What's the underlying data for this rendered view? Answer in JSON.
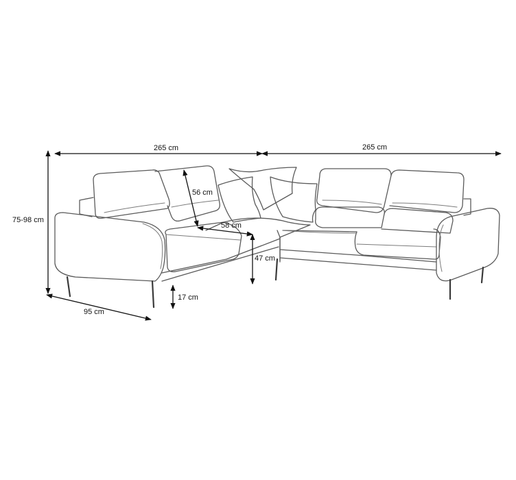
{
  "dimensions": {
    "width_left": "265 cm",
    "width_right": "265 cm",
    "height": "75-98 cm",
    "depth": "95 cm",
    "backrest_height": "56 cm",
    "seat_depth": "58 cm",
    "seat_height": "47 cm",
    "leg_height": "17 cm"
  }
}
